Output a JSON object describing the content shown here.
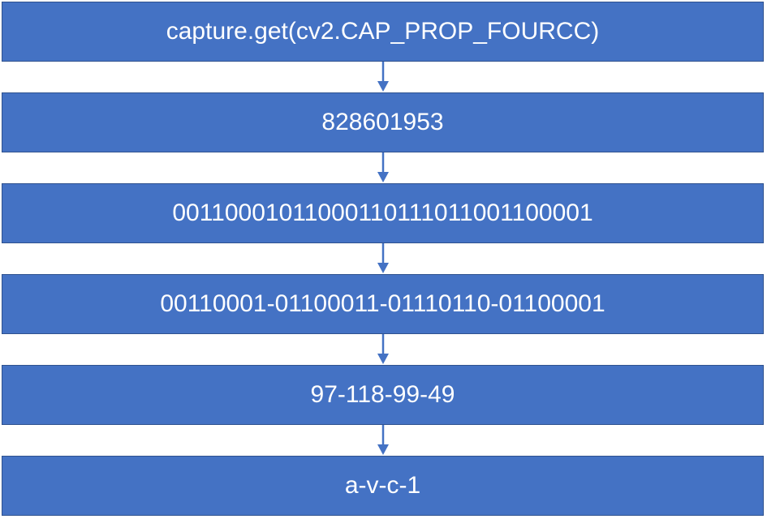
{
  "steps": [
    "capture.get(cv2.CAP_PROP_FOURCC)",
    "828601953",
    "00110001011000110111011001100001",
    "00110001-01100011-01110110-01100001",
    "97-118-99-49",
    "a-v-c-1"
  ],
  "colors": {
    "box_fill": "#4472c4",
    "box_border": "#2f528f",
    "text": "#ffffff",
    "arrow": "#4472c4"
  }
}
